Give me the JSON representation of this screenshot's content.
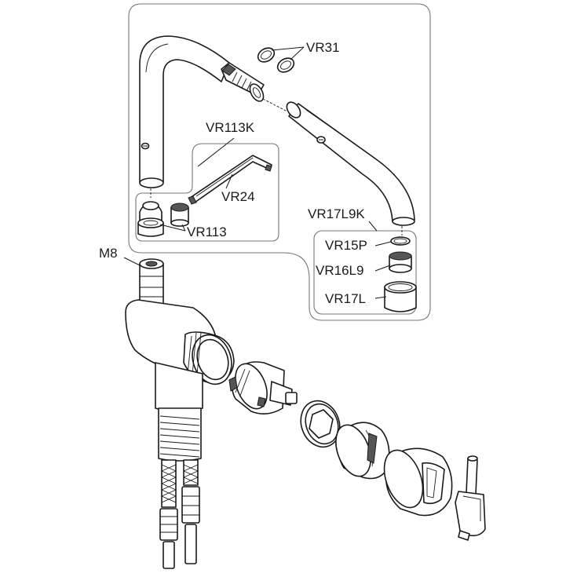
{
  "labels": {
    "vr31": "VR31",
    "vr113k": "VR113K",
    "vr24": "VR24",
    "vr113": "VR113",
    "vr17l9k": "VR17L9K",
    "vr15p": "VR15P",
    "vr16l9": "VR16L9",
    "vr17l": "VR17L",
    "m8": "M8"
  },
  "colors": {
    "line": "#1a1a1a",
    "frame": "#777777",
    "background": "#ffffff"
  }
}
